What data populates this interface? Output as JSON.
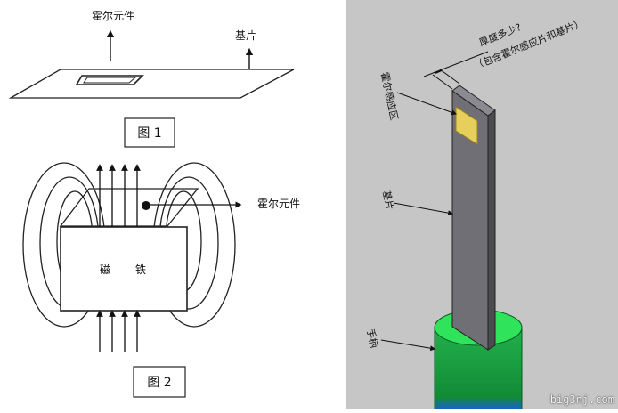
{
  "fig1": {
    "label_hall_element": "霍尔元件",
    "label_substrate": "基片",
    "caption": "图 1"
  },
  "fig2": {
    "label_hall_element": "霍尔元件",
    "magnet_char_1": "磁",
    "magnet_char_2": "铁",
    "caption": "图 2"
  },
  "fig3": {
    "thickness_question": "厚度多少?",
    "thickness_note": "（包含霍尔感应片和基片）",
    "label_sensing_area": "霍尔感应区",
    "label_substrate": "基片",
    "label_handle": "手柄",
    "colors": {
      "background": "#c6c6c6",
      "plate": "#6f6f75",
      "sensor": "#e6cf5a",
      "handle": "#22b14c"
    }
  },
  "watermark": "big3nj.com"
}
